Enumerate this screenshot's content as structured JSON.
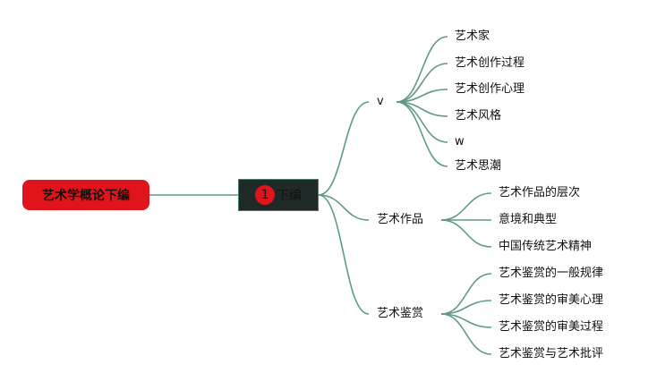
{
  "root": {
    "label": "艺术学概论下编"
  },
  "hub": {
    "badge": "1",
    "label": "下编"
  },
  "branches": [
    {
      "label": "v",
      "children": [
        "艺术家",
        "艺术创作过程",
        "艺术创作心理",
        "艺术风格",
        "w",
        "艺术思潮"
      ]
    },
    {
      "label": "艺术作品",
      "children": [
        "艺术作品的层次",
        "意境和典型",
        "中国传统艺术精神"
      ]
    },
    {
      "label": "艺术鉴赏",
      "children": [
        "艺术鉴赏的一般规律",
        "艺术鉴赏的审美心理",
        "艺术鉴赏的审美过程",
        "艺术鉴赏与艺术批评"
      ]
    }
  ],
  "colors": {
    "connector": "#5e9a86",
    "root_fill": "#e0141b",
    "hub_fill": "#1f2a28"
  }
}
